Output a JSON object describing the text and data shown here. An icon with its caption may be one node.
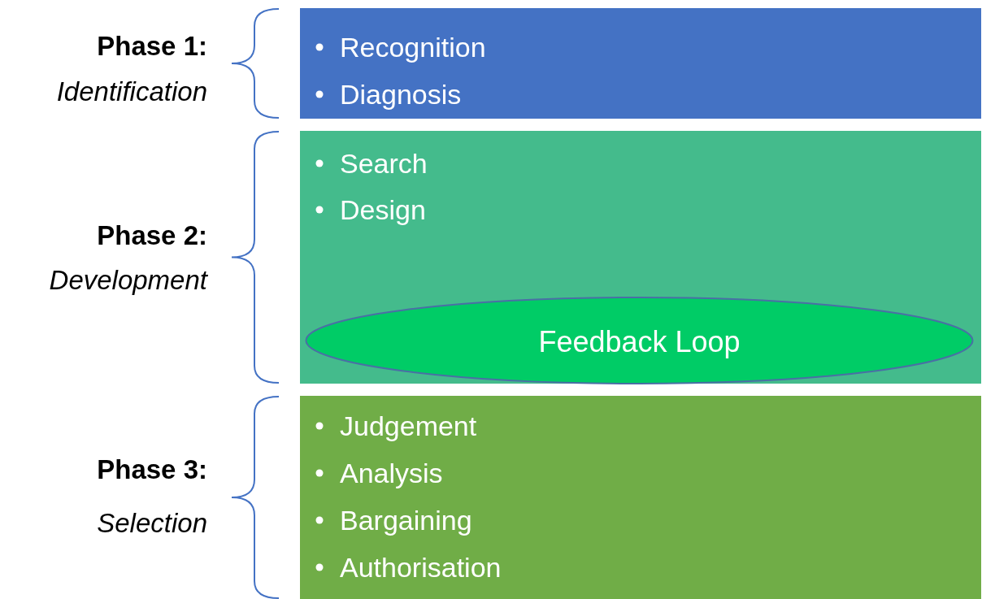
{
  "diagram": {
    "nodes": [
      {
        "text": [
          "Phase 1:",
          "Identification",
          "Recognition",
          "Diagnosis"
        ]
      },
      {
        "text": [
          "Phase 2:",
          "Development",
          "Search",
          "Design"
        ]
      },
      {
        "text": [
          "Feedback Loop"
        ],
        "in": 1
      },
      {
        "text": [
          "Phase 3:",
          "Selection",
          "Judgement",
          "Analysis",
          "Bargaining",
          "Authorisation"
        ]
      }
    ]
  }
}
